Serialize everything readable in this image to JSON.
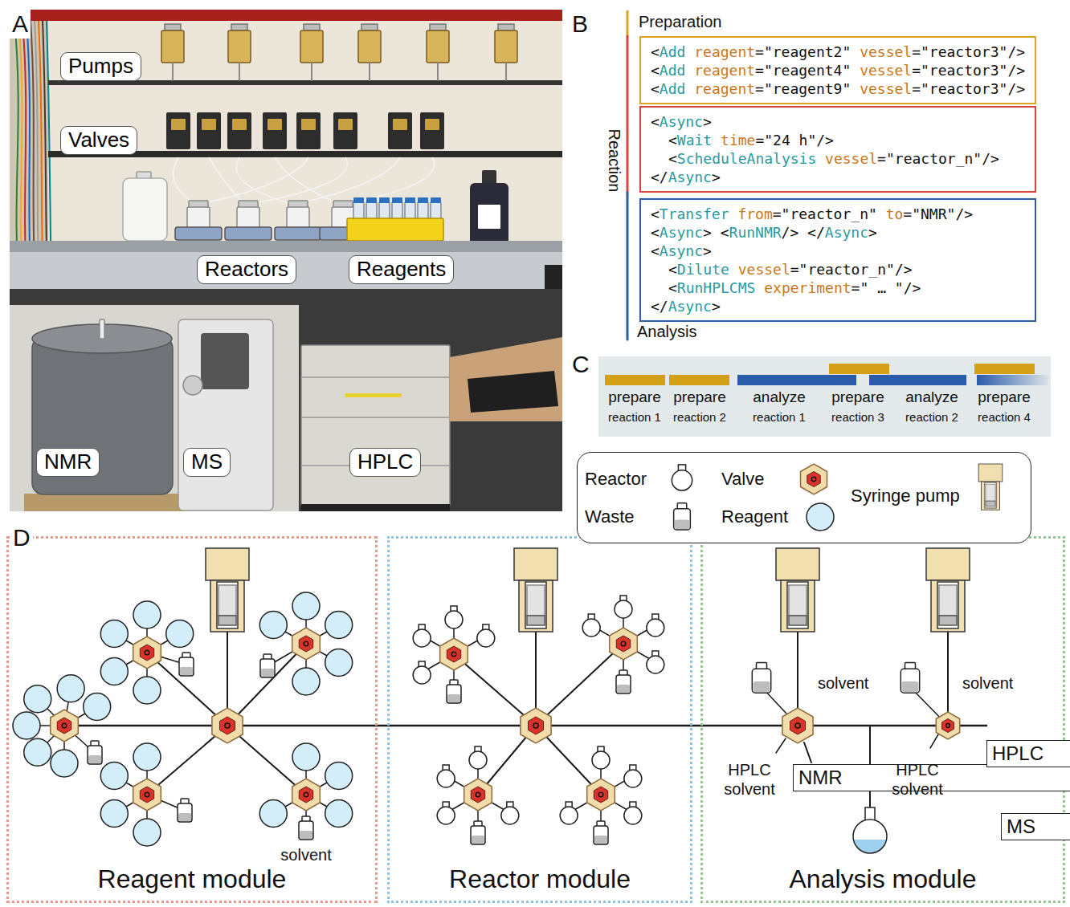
{
  "diagram": {
    "nodes": [
      {
        "text": [
          "Pumps"
        ]
      },
      {
        "text": [
          "Valves"
        ]
      },
      {
        "text": [
          "Reactors"
        ]
      },
      {
        "text": [
          "Reagents"
        ]
      },
      {
        "text": [
          "NMR"
        ]
      },
      {
        "text": [
          "MS"
        ]
      },
      {
        "text": [
          "HPLC"
        ]
      },
      {
        "text": [
          "<Add reagent=\"reagent2\" vessel=\"reactor3\"/>",
          "<Add reagent=\"reagent4\" vessel=\"reactor3\"/>",
          "<Add reagent=\"reagent9\" vessel=\"reactor3\"/>"
        ]
      },
      {
        "text": [
          "<Async>",
          "<Wait time=\"24 h\"/>",
          "<ScheduleAnalysis vessel=\"reactor_n\"/>",
          "</Async>"
        ]
      },
      {
        "text": [
          "<Transfer from=\"reactor_n\" to=\"NMR\"/>",
          "<Async> <RunNMR/> </Async>",
          "<Async>",
          "<Dilute vessel=\"reactor_n\"/>",
          "<RunHPLCMS experiment=\" … \"/>",
          "</Async>"
        ]
      },
      {
        "text": [
          "Reagent module"
        ]
      },
      {
        "text": [
          "Reactor module"
        ]
      },
      {
        "text": [
          "Analysis module"
        ]
      },
      {
        "text": [
          "NMR"
        ],
        "in": 12
      },
      {
        "text": [
          "HPLC"
        ],
        "in": 12
      },
      {
        "text": [
          "MS"
        ],
        "in": 12
      }
    ],
    "edges": [
      {
        "from": 14,
        "to": 15,
        "arrow": "none"
      }
    ],
    "labels": [
      "A",
      "B",
      "C",
      "D",
      "Preparation",
      "Reaction",
      "Analysis",
      "prepare",
      "reaction 1",
      "prepare",
      "reaction 2",
      "analyze",
      "reaction 1",
      "prepare",
      "reaction 3",
      "analyze",
      "reaction 2",
      "prepare",
      "reaction 4",
      "solvent",
      "solvent",
      "HPLC solvent",
      "solvent",
      "HPLC solvent"
    ],
    "legend": [
      {
        "text": "Reactor"
      },
      {
        "text": "Waste"
      },
      {
        "text": "Valve"
      },
      {
        "text": "Reagent"
      },
      {
        "text": "Syringe pump"
      }
    ]
  }
}
